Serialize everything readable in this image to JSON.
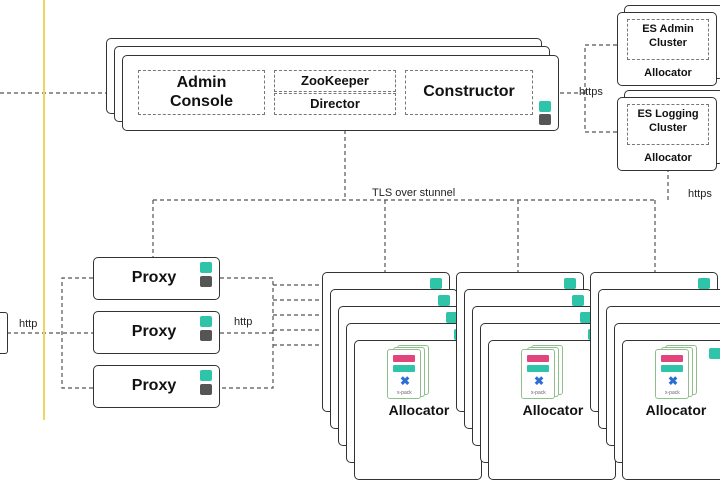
{
  "admin_console": "Admin\nConsole",
  "zookeeper": "ZooKeeper",
  "director": "Director",
  "constructor": "Constructor",
  "es_admin_cluster": "ES Admin\nCluster",
  "es_logging_cluster": "ES Logging\nCluster",
  "allocator": "Allocator",
  "proxy": "Proxy",
  "https": "https",
  "http": "http",
  "tls_over_stunnel": "TLS over stunnel",
  "xpack_text": "x-pack",
  "colors": {
    "yellow_line": "#f4d35e",
    "teal": "#2ec4a9",
    "gray": "#555555",
    "pink": "#e0457b"
  }
}
